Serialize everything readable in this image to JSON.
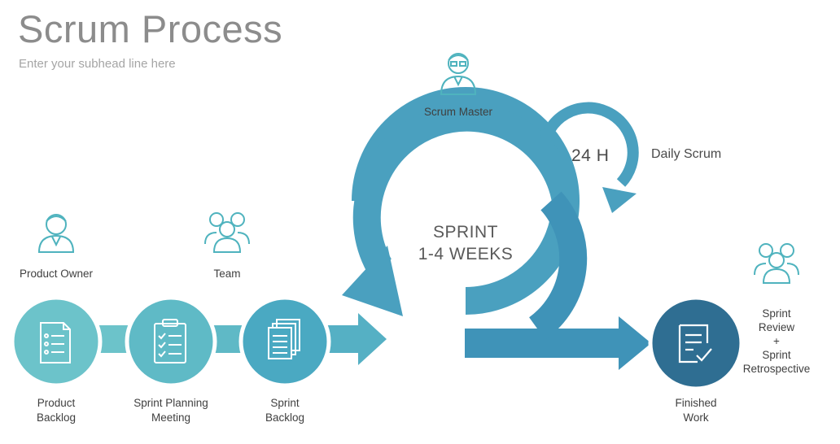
{
  "title": "Scrum Process",
  "subhead": "Enter your subhead line here",
  "roles": {
    "product_owner": "Product Owner",
    "team": "Team",
    "scrum_master": "Scrum Master"
  },
  "steps": {
    "product_backlog": [
      "Product",
      "Backlog"
    ],
    "sprint_planning": [
      "Sprint Planning",
      "Meeting"
    ],
    "sprint_backlog": [
      "Sprint",
      "Backlog"
    ],
    "finished_work": [
      "Finished",
      "Work"
    ]
  },
  "sprint": {
    "line1": "SPRINT",
    "line2": "1-4 WEEKS"
  },
  "daily": {
    "hours": "24 H",
    "label": "Daily Scrum"
  },
  "review": [
    "Sprint",
    "Review",
    "+",
    "Sprint",
    "Retrospective"
  ],
  "colors": {
    "teal_light": "#5db8c4",
    "teal": "#4aa4be",
    "blue": "#3d8eb4",
    "navy": "#2e6a8e",
    "icon_outline": "#4fb3be"
  },
  "icons": [
    "person-icon",
    "team-icon",
    "document-list-icon",
    "clipboard-checklist-icon",
    "stacked-documents-icon",
    "document-check-icon"
  ]
}
